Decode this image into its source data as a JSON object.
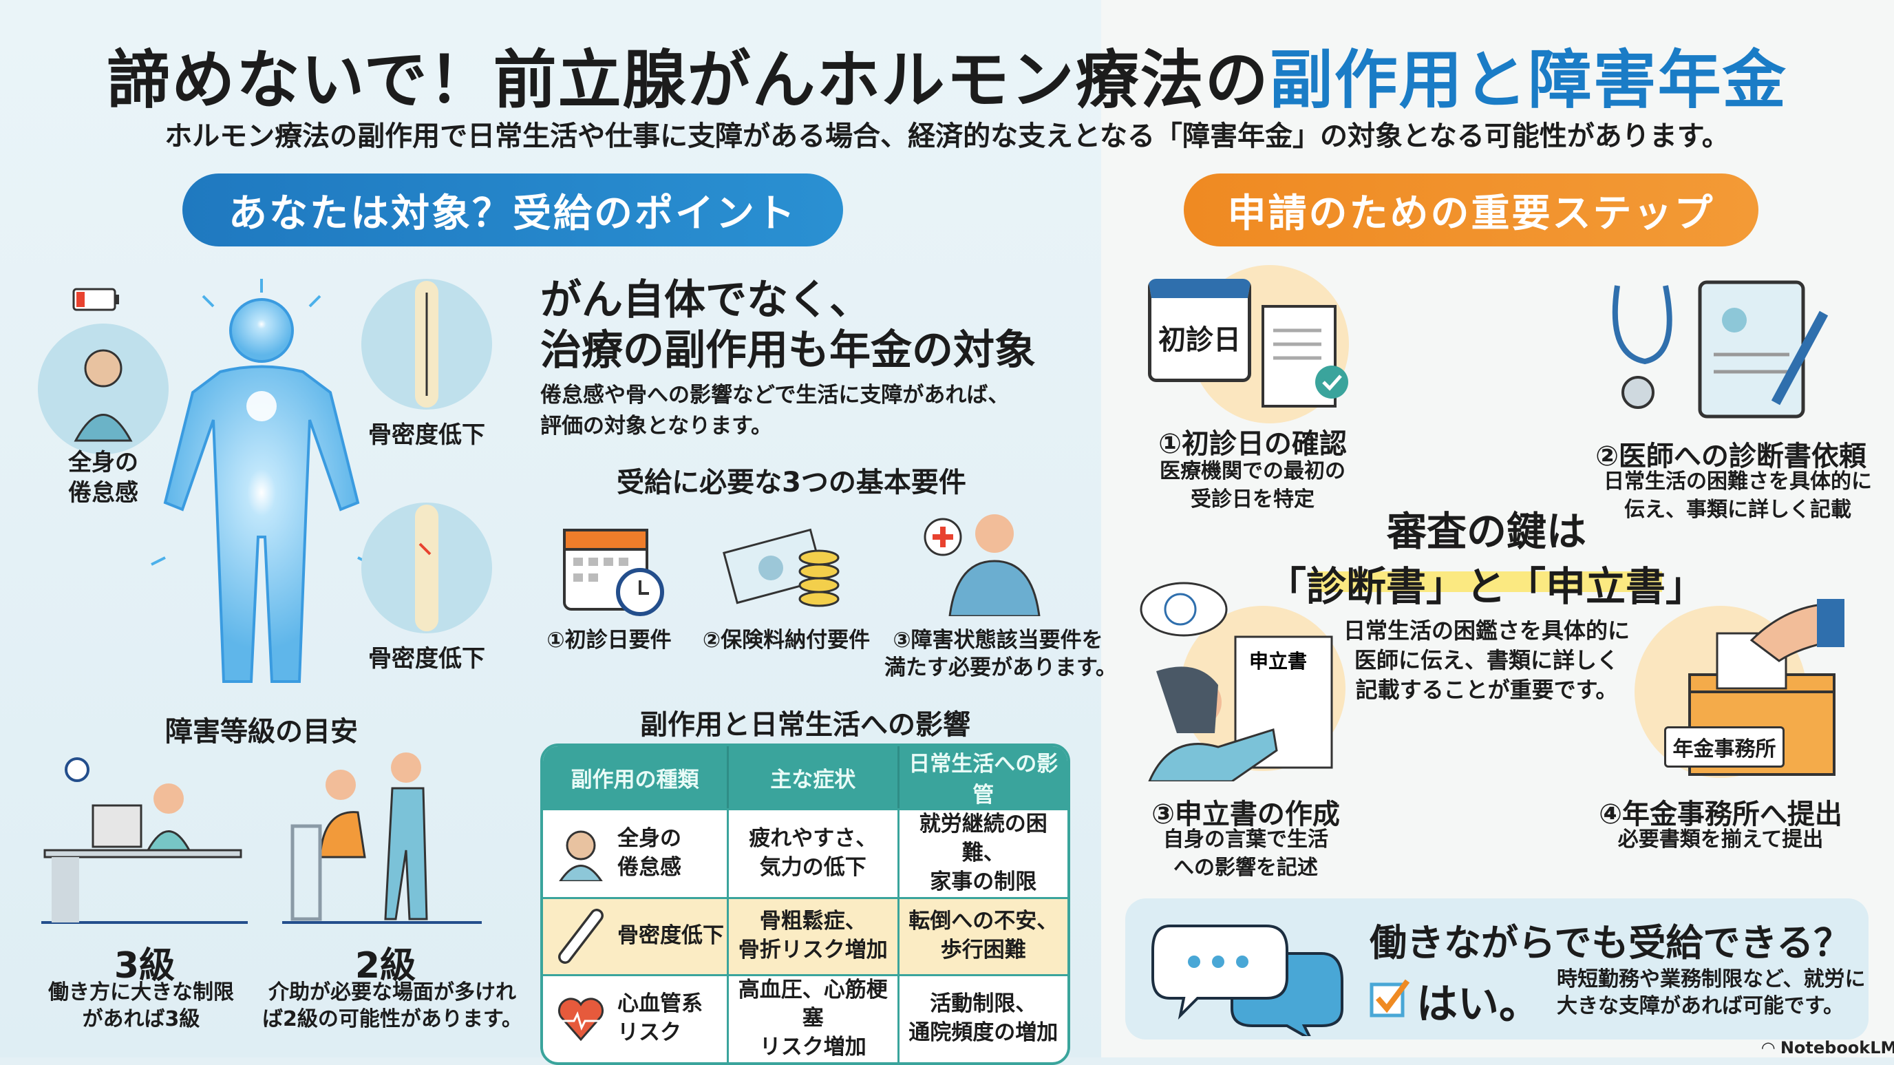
{
  "title": {
    "main": "諦めないで！前立腺がんホルモン療法の",
    "highlight": "副作用と障害年金"
  },
  "subtitle": "ホルモン療法の副作用で日常生活や仕事に支障がある場合、経済的な支えとなる「障害年金」の対象となる可能性があります。",
  "left": {
    "pill": "あなたは対象？受給のポイント",
    "body_labels": {
      "fatigue": "全身の\n倦怠感",
      "bone1": "骨密度低下",
      "bone2": "骨密度低下"
    },
    "headline": [
      "がん自体でなく、",
      "治療の副作用も年金の対象"
    ],
    "desc": [
      "倦怠感や骨への影響などで生活に支障があれば、",
      "評価の対象となります。"
    ],
    "requirements_title": "受給に必要な3つの基本要件",
    "requirements": [
      "①初診日要件",
      "②保険料納付要件",
      "③障害状態該当要件を\n満たす必要があります。"
    ],
    "grades_title": "障害等級の目安",
    "grades": [
      {
        "grade": "3級",
        "desc": "働き方に大きな制限\nがあれば3級"
      },
      {
        "grade": "2級",
        "desc": "介助が必要な場面が多けれ\nば2級の可能性があります。"
      }
    ],
    "table_title": "副作用と日常生活への影響",
    "table": {
      "headers": [
        "副作用の種類",
        "主な症状",
        "日常生活への影管"
      ],
      "rows": [
        {
          "type": "全身の\n倦怠感",
          "icon": "tired-person-icon",
          "symptom": "疲れやすさ、\n気力の低下",
          "impact": "就労継続の困難、\n家事の制限"
        },
        {
          "type": "骨密度低下",
          "icon": "bone-icon",
          "symptom": "骨粗鬆症、\n骨折リスク増加",
          "impact": "転倒への不安、\n歩行困難"
        },
        {
          "type": "心血管系\nリスク",
          "icon": "heart-pulse-icon",
          "symptom": "高血圧、心筋梗塞\nリスク増加",
          "impact": "活動制限、\n通院頻度の増加"
        }
      ]
    }
  },
  "right": {
    "pill": "申請のための重要ステップ",
    "calendar_text": "初診日",
    "steps": [
      {
        "title": "①初診日の確認",
        "desc": "医療機関での最初の\n受診日を特定"
      },
      {
        "title": "②医師への診断書依頼",
        "desc": "日常生活の困難さを具体的に\n伝え、事類に詳しく記載"
      },
      {
        "title": "③申立書の作成",
        "desc": "自身の言葉で生活\nへの影響を記述",
        "doc_text": "申立書"
      },
      {
        "title": "④年金事務所へ提出",
        "desc": "必要書類を揃えて提出",
        "box_text": "年金事務所"
      }
    ],
    "key": {
      "line1": "審査の鍵は",
      "line2": "「診断書」と「申立書」",
      "desc": "日常生活の困鑑さを具体的に\n医師に伝え、書類に詳しく\n記載することが重要です。"
    },
    "faq": {
      "question": "働きながらでも受給できる？",
      "answer": "はい。",
      "detail": "時短勤務や業務制限など、就労に\n大きな支障があれば可能です。"
    }
  },
  "watermark": "NotebookLM",
  "colors": {
    "blue": "#1a7cc6",
    "orange": "#ef8a22",
    "teal": "#3aa49c",
    "yellow_row": "#fbecc4"
  }
}
